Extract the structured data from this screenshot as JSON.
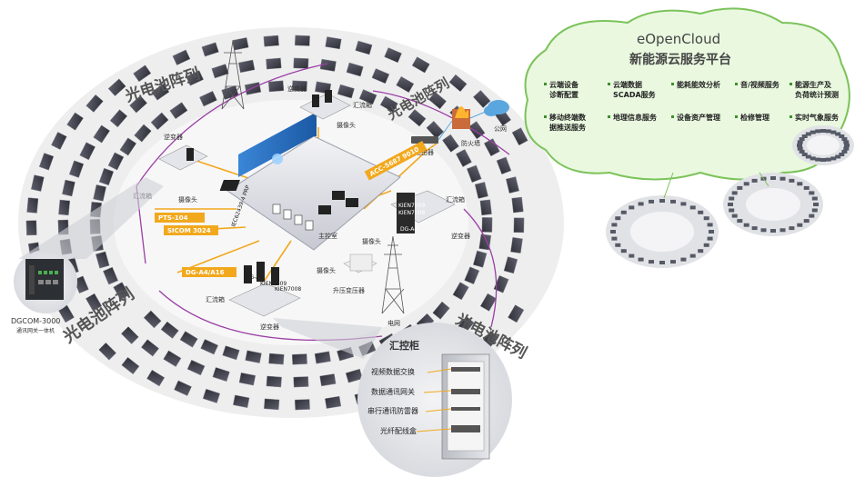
{
  "cloud": {
    "title": "eOpenCloud",
    "subtitle": "新能源云服务平台",
    "services": [
      {
        "line1": "云端设备",
        "line2": "诊断配置"
      },
      {
        "line1": "云端数据",
        "line2": "SCADA服务"
      },
      {
        "line1": "能耗能效分析",
        "line2": ""
      },
      {
        "line1": "音/视频服务",
        "line2": ""
      },
      {
        "line1": "能源生产及",
        "line2": "负荷统计预测"
      },
      {
        "line1": "移动终端数",
        "line2": "据推送服务"
      },
      {
        "line1": "地理信息服务",
        "line2": ""
      },
      {
        "line1": "设备资产管理",
        "line2": ""
      },
      {
        "line1": "检修管理",
        "line2": ""
      },
      {
        "line1": "实时气象服务",
        "line2": ""
      }
    ]
  },
  "arrays": {
    "top_left": "光电池阵列",
    "top_right": "光电池阵列",
    "bottom_left": "光电池阵列",
    "bottom_right": "光电池阵列"
  },
  "labels": {
    "inverter": "逆变器",
    "combiner": "汇流箱",
    "camera": "摄像头",
    "router": "路由器",
    "firewall": "防火墙",
    "public_net": "公网",
    "control_room": "主控室",
    "step_up": "升压变压器",
    "grid": "电网",
    "kien_a": "KIEN7009",
    "kien_b": "KIEN7008",
    "dg_a4": "DG-A4"
  },
  "tags": {
    "pts": "PTS-104",
    "sicom": "SICOM 3024",
    "dg": "DG-A4/A16",
    "acc": "ACC-5687 9010",
    "iec": "IEC62439-4 PRP"
  },
  "device": {
    "name": "DGCOM-3000",
    "desc": "通讯网关一体机"
  },
  "cabinet": {
    "title": "汇控柜",
    "items": [
      "视频数据交换",
      "数据通讯网关",
      "串行通讯防雷器",
      "光纤配线盒"
    ]
  },
  "colors": {
    "cloud_fill": "#e9f8df",
    "cloud_stroke": "#7cc35a",
    "tag_orange": "#f2a81d",
    "bus_purple": "#9b3fa5",
    "panel_dark": "#4a4a55"
  }
}
